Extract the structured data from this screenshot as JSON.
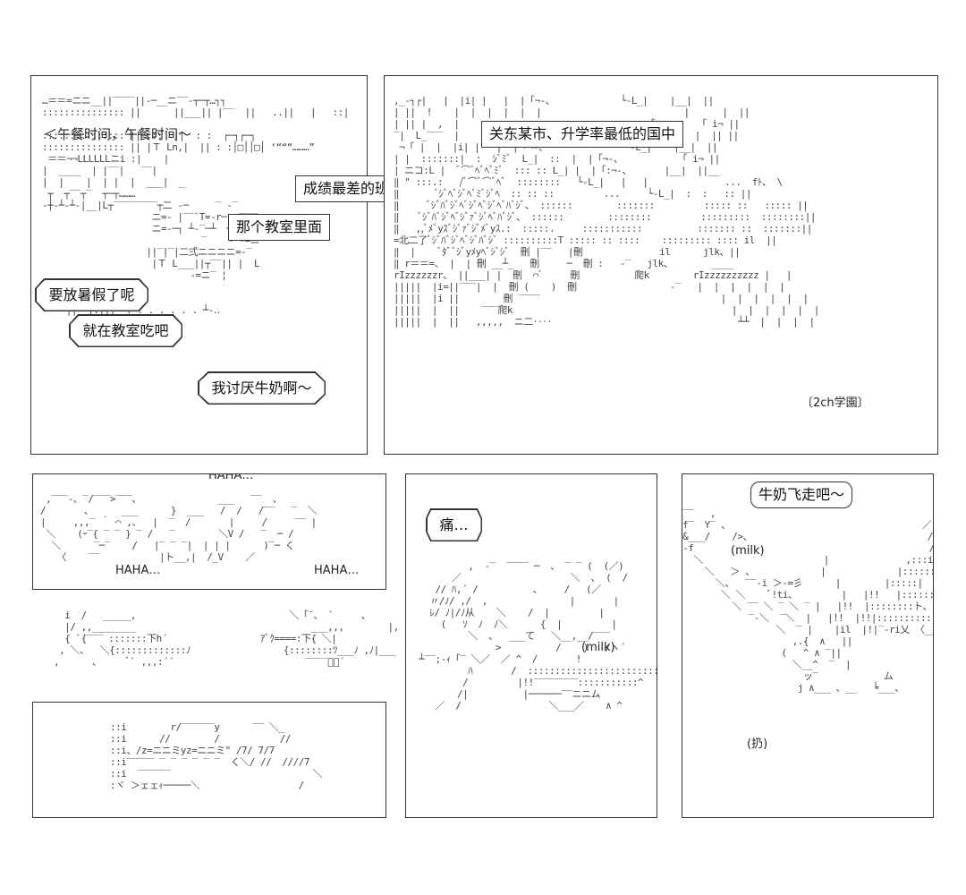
{
  "panel1": {
    "caption_lunch": "＜午餐时间，午餐时间～",
    "bubble_summer": "要放暑假了呢",
    "bubble_classroom_eat": "就在教室吃吧",
    "bubble_hate_milk": "我讨厌牛奶啊～",
    "box_classroom": "那个教室里面",
    "box_worst_class": "成绩最差的班"
  },
  "panel2": {
    "box_school": "关东某市、升学率最低的国中",
    "sign_school": "〔2ch学園〕"
  },
  "panel3": {
    "laugh_top": "HAHA…",
    "laugh_left": "HAHA…",
    "laugh_right": "HAHA…"
  },
  "panel6": {
    "bubble_pain": "痛…",
    "label_milk": "(milk)"
  },
  "panel7": {
    "bubble_milk_fly": "牛奶飞走吧～",
    "label_milk": "(milk)",
    "label_throw": "(扔)"
  }
}
